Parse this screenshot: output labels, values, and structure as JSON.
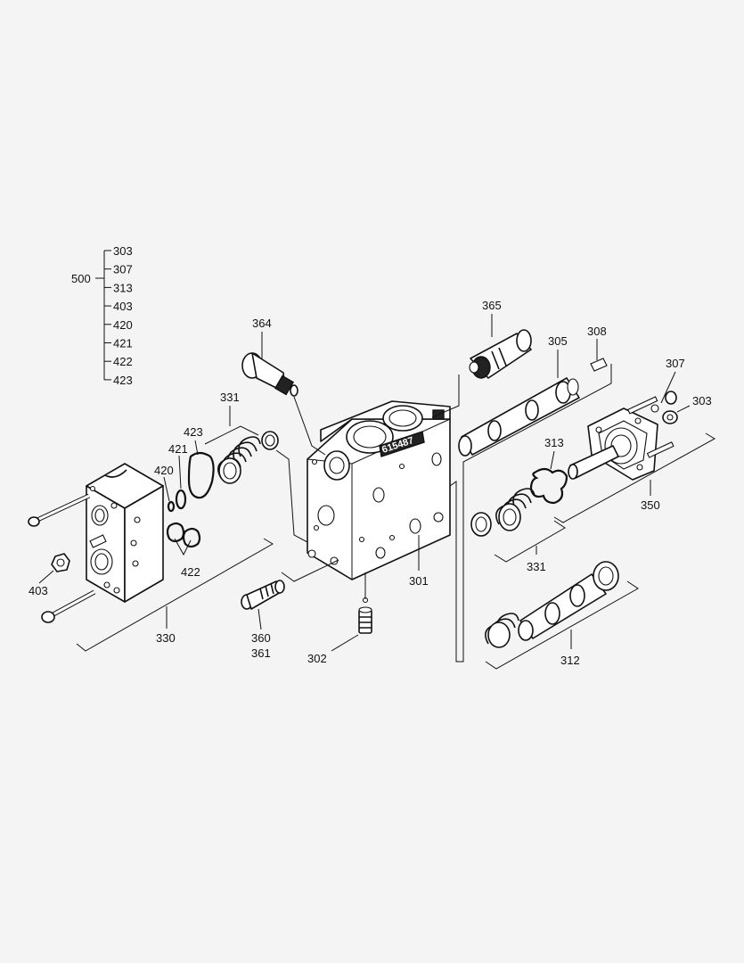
{
  "diagram": {
    "block_engraving": "615487",
    "kit": {
      "number": "500",
      "items": [
        "303",
        "307",
        "313",
        "403",
        "420",
        "421",
        "422",
        "423"
      ]
    },
    "callouts": {
      "p364": "364",
      "p365": "365",
      "p305": "305",
      "p308": "308",
      "p307": "307",
      "p303": "303",
      "p331a": "331",
      "p423": "423",
      "p421": "421",
      "p420": "420",
      "p422": "422",
      "p403": "403",
      "p330": "330",
      "p360": "360",
      "p361": "361",
      "p302": "302",
      "p301": "301",
      "p313": "313",
      "p350": "350",
      "p331b": "331",
      "p312": "312"
    }
  }
}
